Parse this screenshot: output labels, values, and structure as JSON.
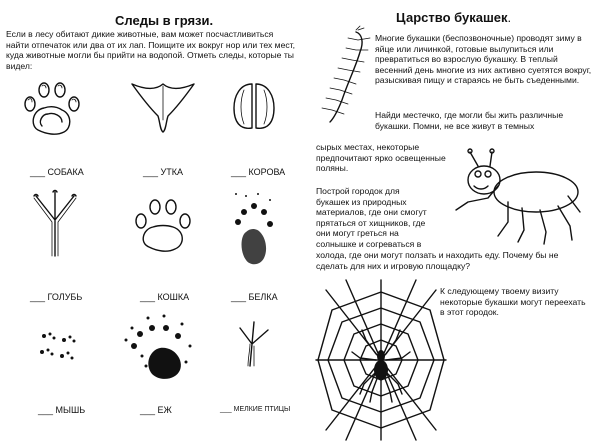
{
  "left": {
    "title": "Следы в грязи.",
    "intro": "Если в лесу обитают дикие животные, вам может посчастливиться найти отпечаток или два от их лап. Поищите их вокруг нор или тех мест, куда животные могли бы прийти на водопой. Отметь следы, которые ты видел:",
    "tracks": [
      {
        "label": "___ СОБАКА",
        "icon": "dog-paw-print"
      },
      {
        "label": "___ УТКА",
        "icon": "duck-foot-print"
      },
      {
        "label": "___ КОРОВА",
        "icon": "cow-hoof-print"
      },
      {
        "label": "___ ГОЛУБЬ",
        "icon": "pigeon-foot-print"
      },
      {
        "label": "___ КОШКА",
        "icon": "cat-paw-print"
      },
      {
        "label": "___ БЕЛКА",
        "icon": "squirrel-paw-print"
      },
      {
        "label": "___ МЫШЬ",
        "icon": "mouse-tracks"
      },
      {
        "label": "___ ЕЖ",
        "icon": "hedgehog-paw-print"
      },
      {
        "label": "___ МЕЛКИЕ ПТИЦЫ",
        "icon": "small-bird-foot-print"
      }
    ]
  },
  "right": {
    "title": "Царство букашек",
    "title_dot": ".",
    "para1": "Многие букашки (беспозвоночные) проводят зиму в яйце или личинкой, готовые вылупиться или превратиться во взрослую букашку. В теплый весенний день многие из них активно суетятся вокруг, разыскивая пищу и стараясь не быть съеденными.",
    "para2a": "Найди местечко, где могли бы жить различные букашки. Помни, не все живут в темных",
    "para2b": "сырых местах, некоторые предпочитают ярко освещенные поляны.",
    "para3a": "Построй городок для букашек из природных материалов, где они смогут прятаться от хищников, где они могут греться на солнышке и согреваться в",
    "para3b": "холода, где они могут ползать и находить еду. Почему бы не сделать для них и игровую площадку?",
    "para4": "К следующему твоему визиту некоторые букашки могут переехать в этот городок.",
    "illustrations": [
      "centipede-illustration",
      "spider-illustration",
      "spider-web-illustration"
    ]
  }
}
